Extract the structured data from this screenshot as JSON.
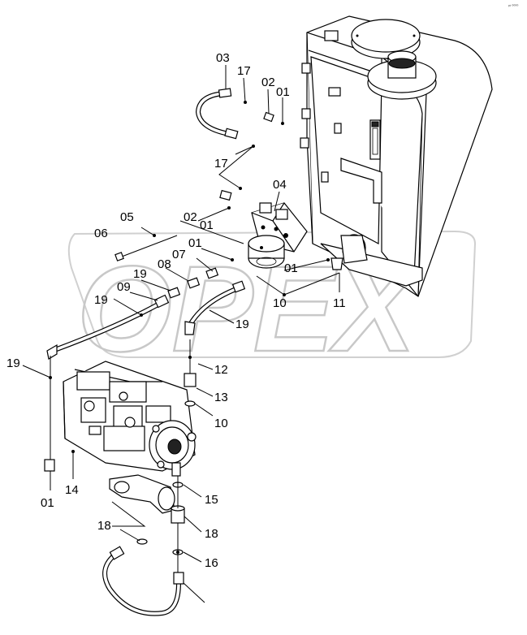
{
  "corner_mark": "ᵖᵗ ⁰⁰⁰⁰",
  "watermark": "OPEX",
  "callouts": [
    {
      "id": "c03a",
      "label": "03"
    },
    {
      "id": "c17a",
      "label": "17"
    },
    {
      "id": "c02a",
      "label": "02"
    },
    {
      "id": "c01a",
      "label": "01"
    },
    {
      "id": "c17b",
      "label": "17"
    },
    {
      "id": "c04",
      "label": "04"
    },
    {
      "id": "c05",
      "label": "05"
    },
    {
      "id": "c02b",
      "label": "02"
    },
    {
      "id": "c01b",
      "label": "01"
    },
    {
      "id": "c06",
      "label": "06"
    },
    {
      "id": "c01c",
      "label": "01"
    },
    {
      "id": "c07",
      "label": "07"
    },
    {
      "id": "c08",
      "label": "08"
    },
    {
      "id": "c01d",
      "label": "01"
    },
    {
      "id": "c19a",
      "label": "19"
    },
    {
      "id": "c09",
      "label": "09"
    },
    {
      "id": "c19b",
      "label": "19"
    },
    {
      "id": "c10a",
      "label": "10"
    },
    {
      "id": "c11",
      "label": "11"
    },
    {
      "id": "c19c",
      "label": "19"
    },
    {
      "id": "c19d",
      "label": "19"
    },
    {
      "id": "c12",
      "label": "12"
    },
    {
      "id": "c13",
      "label": "13"
    },
    {
      "id": "c10b",
      "label": "10"
    },
    {
      "id": "c01e",
      "label": "01"
    },
    {
      "id": "c14",
      "label": "14"
    },
    {
      "id": "c15",
      "label": "15"
    },
    {
      "id": "c18a",
      "label": "18"
    },
    {
      "id": "c18b",
      "label": "18"
    },
    {
      "id": "c16",
      "label": "16"
    }
  ]
}
